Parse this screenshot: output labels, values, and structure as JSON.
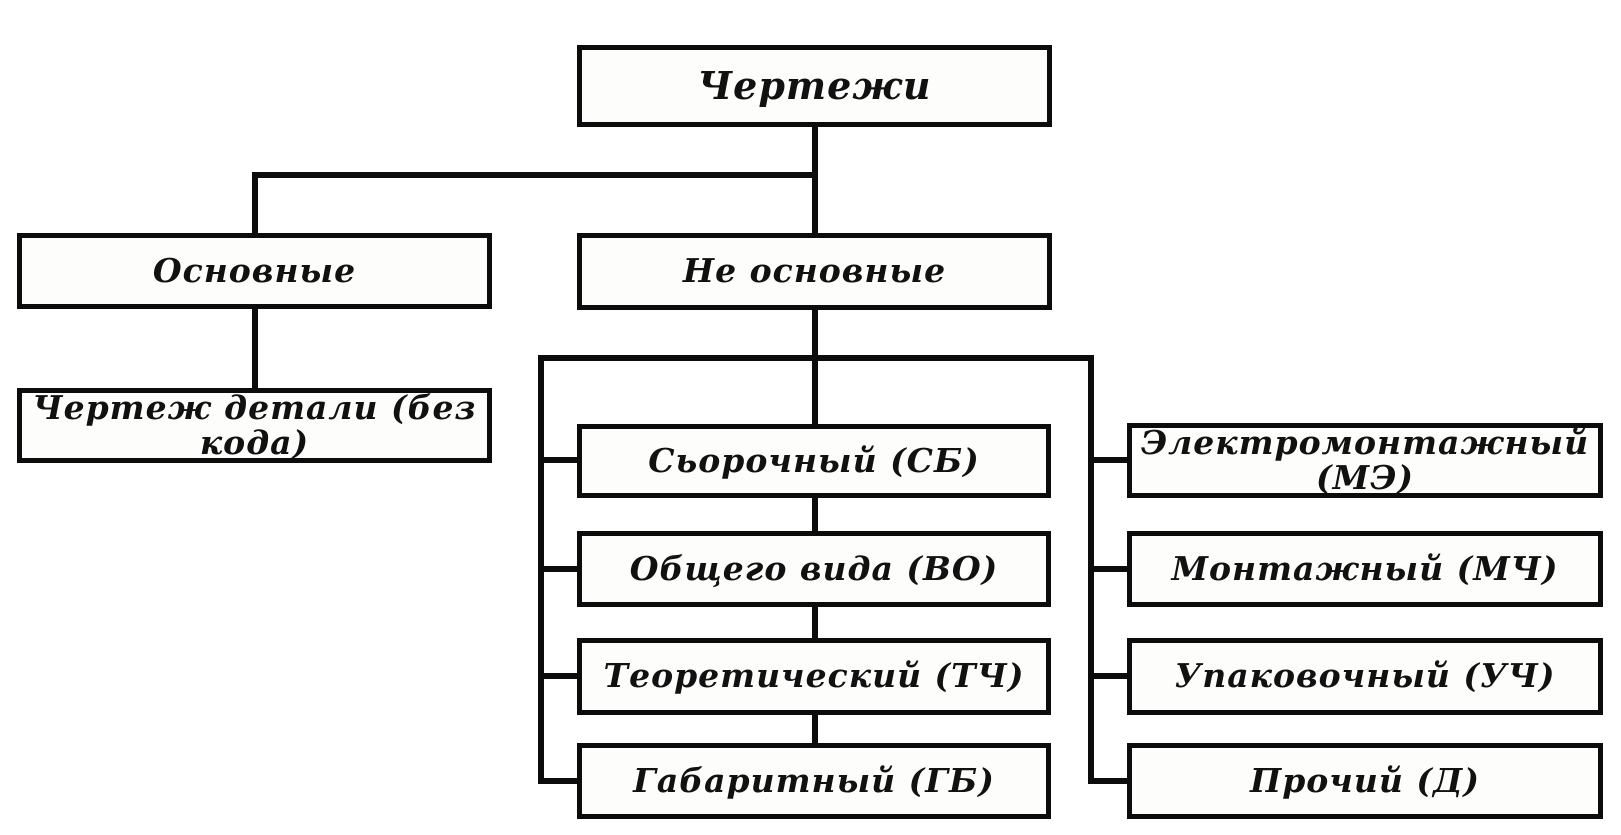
{
  "diagram": {
    "title": "Чертежи",
    "line_color": "#0c0c0c",
    "background_color": "#ffffff",
    "nodes": {
      "root": {
        "label": "Чертежи"
      },
      "osnovnye": {
        "label": "Основные"
      },
      "ne_osnovnye": {
        "label": "Не основные"
      },
      "chertezh_detali": {
        "label": "Чертеж детали (без кода)"
      },
      "middle": [
        {
          "label": "Сьорочный (СБ)"
        },
        {
          "label": "Общего вида (ВО)"
        },
        {
          "label": "Теоретический (ТЧ)"
        },
        {
          "label": "Габаритный (ГБ)"
        }
      ],
      "right": [
        {
          "label": "Электромонтажный (МЭ)"
        },
        {
          "label": "Монтажный (МЧ)"
        },
        {
          "label": "Упаковочный (УЧ)"
        },
        {
          "label": "Прочий (Д)"
        }
      ]
    },
    "hierarchy": {
      "root_children": [
        "Основные",
        "Не основные"
      ],
      "osnovnye_children": [
        "Чертеж детали (без кода)"
      ],
      "ne_osnovnye_children": [
        "Сьорочный (СБ)",
        "Общего вида (ВО)",
        "Теоретический (ТЧ)",
        "Габаритный (ГБ)",
        "Электромонтажный (МЭ)",
        "Монтажный (МЧ)",
        "Упаковочный (УЧ)",
        "Прочий (Д)"
      ]
    }
  }
}
